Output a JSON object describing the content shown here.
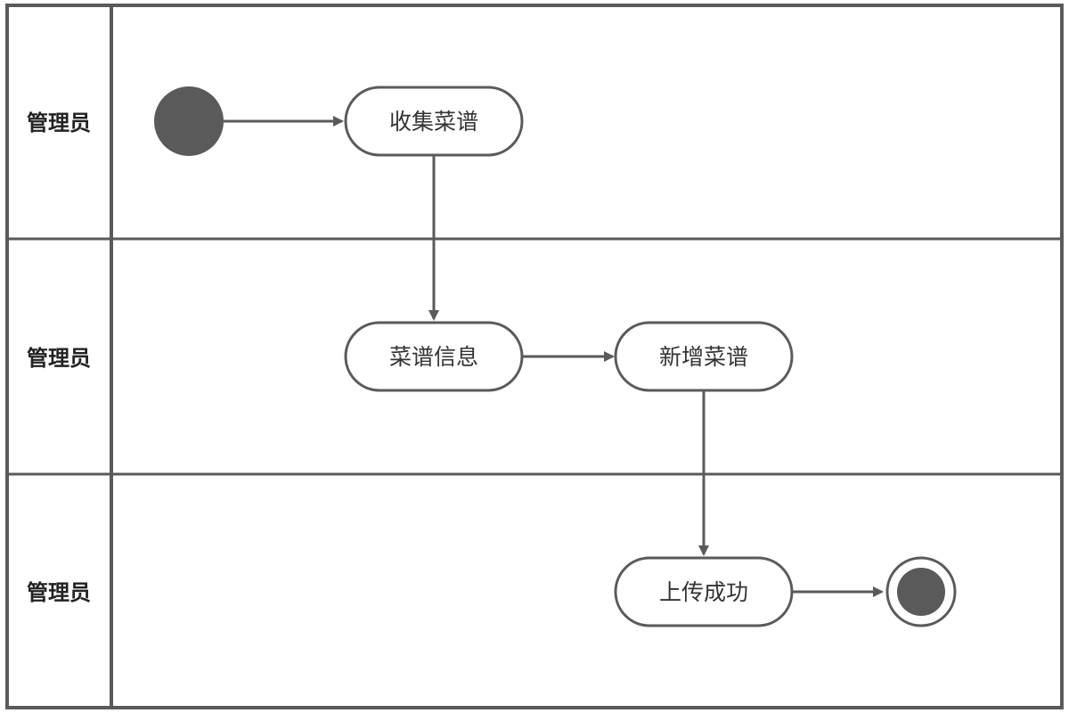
{
  "diagram": {
    "type": "uml-activity-swimlane",
    "colors": {
      "stroke": "#5a5a5a",
      "fill_dark": "#5a5a5a",
      "node_fill": "#ffffff",
      "text": "#333333"
    },
    "lanes": [
      {
        "label": "管理员"
      },
      {
        "label": "管理员"
      },
      {
        "label": "管理员"
      }
    ],
    "nodes": {
      "start": {
        "kind": "initial"
      },
      "collect": {
        "kind": "action",
        "label": "收集菜谱",
        "lane": 0
      },
      "info": {
        "kind": "action",
        "label": "菜谱信息",
        "lane": 1
      },
      "add": {
        "kind": "action",
        "label": "新增菜谱",
        "lane": 1
      },
      "upload": {
        "kind": "action",
        "label": "上传成功",
        "lane": 2
      },
      "end": {
        "kind": "final"
      }
    },
    "edges": [
      {
        "from": "start",
        "to": "collect"
      },
      {
        "from": "collect",
        "to": "info"
      },
      {
        "from": "info",
        "to": "add"
      },
      {
        "from": "add",
        "to": "upload"
      },
      {
        "from": "upload",
        "to": "end"
      }
    ]
  }
}
